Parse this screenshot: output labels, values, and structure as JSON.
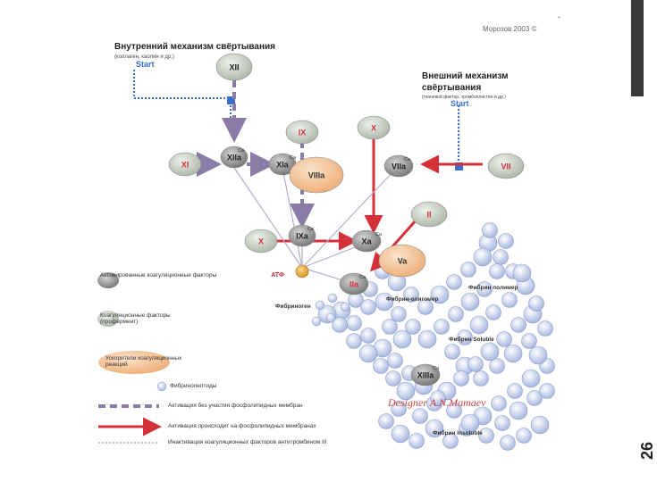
{
  "header": {
    "author": "Морозов 2003 ©",
    "dash": "-"
  },
  "intrinsic": {
    "title": "Внутренний механизм свёртывания",
    "subtitle": "(коллаген, каолин и др.)",
    "start": "Start"
  },
  "extrinsic": {
    "title_line1": "Внешний механизм",
    "title_line2": "свёртывания",
    "subtitle": "(тканевой фактор, тромбопластин и др.)",
    "start": "Start"
  },
  "factors": {
    "xii": "XII",
    "ix": "IX",
    "x_top": "X",
    "xia": "XIa",
    "xi": "XI",
    "xiia": "XIIa",
    "viiia": "VIIIa",
    "viia": "VIIa",
    "vii": "VII",
    "ii": "II",
    "x_left": "X",
    "ixa": "IXa",
    "xa": "Xa",
    "va": "Va",
    "iia": "IIa",
    "xiiia": "XIIIa",
    "atp": "ATФ",
    "ca": "Ca"
  },
  "fibrin": {
    "oligomer": "Фибрин-олигомер",
    "polymer": "Фибрин полимер",
    "soluble": "Фибрин Soluble",
    "insoluble": "Фибрин Insoluble",
    "fibrinogen": "Фибриноген"
  },
  "legend": {
    "activated": "Активированные коагуляционные факторы",
    "factors": "Коагуляционные факторы (профермент)",
    "accelerators": "Ускорители коагуляционных реакций",
    "fibrinopeptides": "Фибринопептиды",
    "line_dashed": "Активация без участия фосфолипидных мембран",
    "line_red": "Активация происходит на фосфолипидных мембранах",
    "line_stars": "Инактивация коагуляционных факторов антитромбином III"
  },
  "watermark": "Designer A.N.Mamaev",
  "page_number": "26",
  "colors": {
    "factor": "#c3ccc0",
    "activated": "#8f8f8f",
    "accelerator": "#f2c49a",
    "red": "#d3303a",
    "purple": "#8a7ca6",
    "blue": "#3a6fd0",
    "fibrin": "#b8c8ec"
  }
}
